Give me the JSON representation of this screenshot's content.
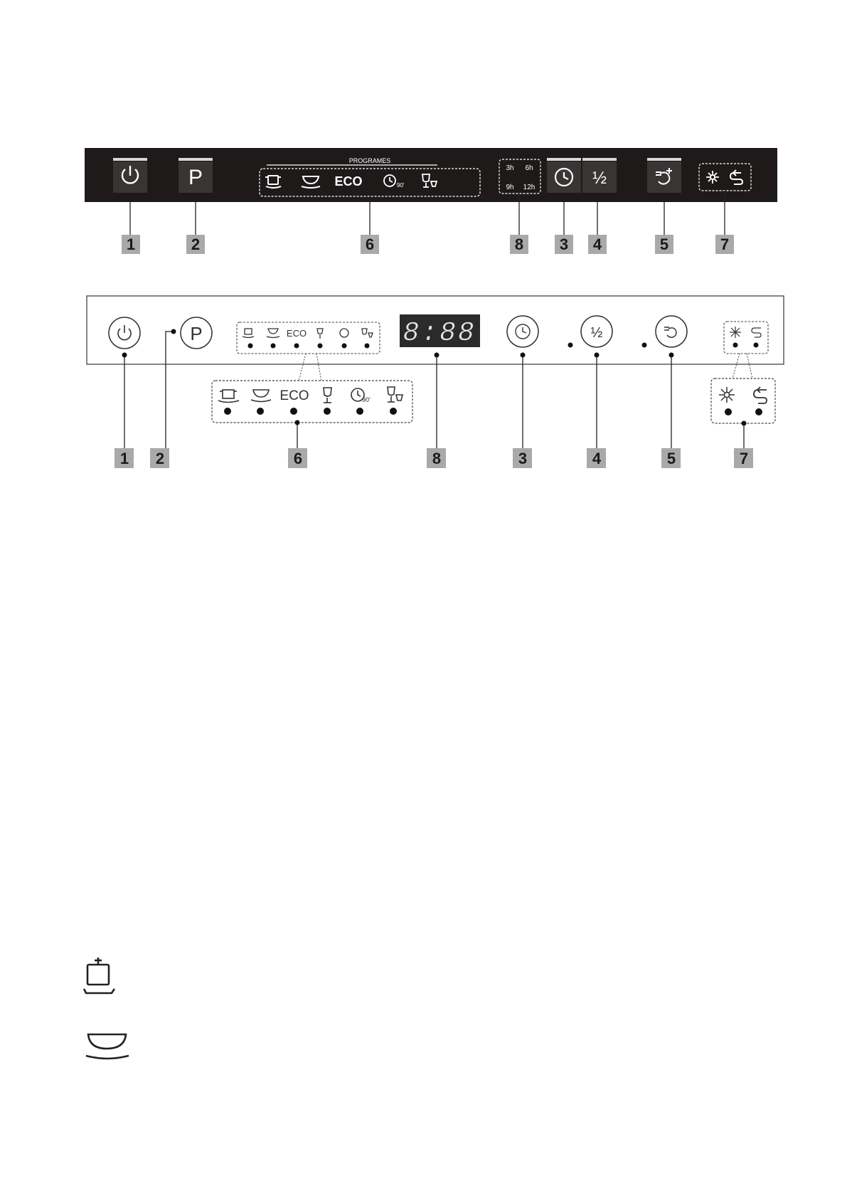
{
  "panel_top": {
    "programmes_heading": "PROGRAMES",
    "eco_label": "ECO",
    "power_icon": "power-icon",
    "program_letter": "P",
    "half_label": "½",
    "delay_options": [
      "3h",
      "6h",
      "9h",
      "12h"
    ],
    "program_icons": [
      "pot-icon",
      "bowl-icon",
      "eco",
      "glass-90-icon",
      "quick-90-icon",
      "glass-cup-icon"
    ],
    "callouts": [
      "1",
      "2",
      "6",
      "8",
      "3",
      "4",
      "5",
      "7"
    ]
  },
  "panel_bottom": {
    "display_value": "8:88",
    "program_letter": "P",
    "half_label": "½",
    "eco_label": "ECO",
    "quick_label": "90'",
    "callouts": [
      "1",
      "2",
      "6",
      "8",
      "3",
      "4",
      "5",
      "7"
    ]
  },
  "legend": {
    "icons": [
      "pot-icon",
      "bowl-icon"
    ]
  },
  "colors": {
    "panel_dark": "#1e1a1a",
    "button_face": "#3a3535",
    "display_bg": "#2b2b2b",
    "callout_bg": "#a9a9a9"
  }
}
